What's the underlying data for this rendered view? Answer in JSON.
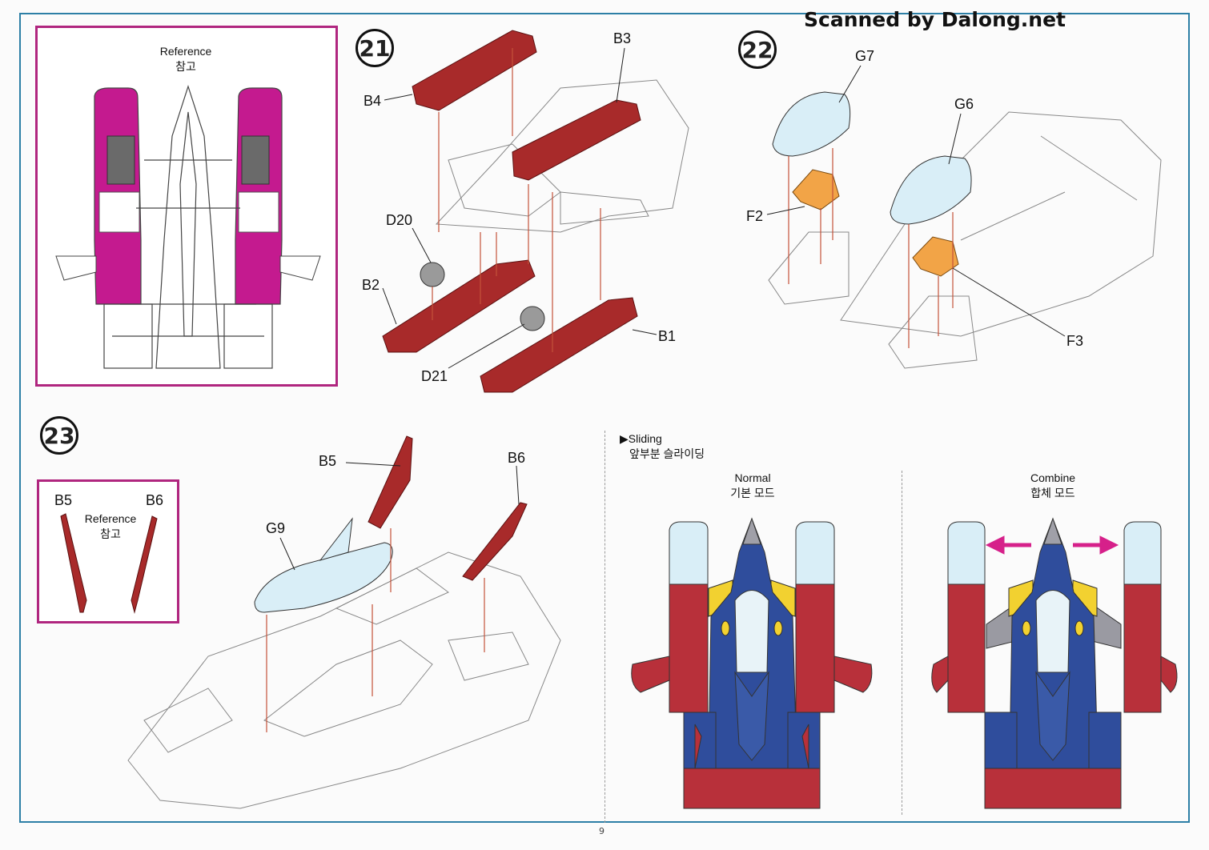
{
  "watermark": "Scanned by Dalong.net",
  "page_number": "9",
  "reference_box_1": {
    "title": "Reference",
    "title_kr": "참고"
  },
  "step21": {
    "number": "21",
    "parts": {
      "b3": "B3",
      "b4": "B4",
      "d20": "D20",
      "b2": "B2",
      "d21": "D21",
      "b1": "B1"
    }
  },
  "step22": {
    "number": "22",
    "parts": {
      "g7": "G7",
      "g6": "G6",
      "f2": "F2",
      "f3": "F3"
    }
  },
  "step23": {
    "number": "23",
    "reference": {
      "title": "Reference",
      "title_kr": "참고",
      "b5": "B5",
      "b6": "B6"
    },
    "parts": {
      "b5": "B5",
      "b6": "B6",
      "g9": "G9"
    }
  },
  "sliding": {
    "title": "Sliding",
    "title_kr": "앞부분 슬라이딩",
    "normal": {
      "label": "Normal",
      "label_kr": "기본 모드"
    },
    "combine": {
      "label": "Combine",
      "label_kr": "합체 모드"
    }
  },
  "colors": {
    "frame": "#2d7fa6",
    "ref_border": "#b0267f",
    "red_part": "#a82a2a",
    "magenta": "#c41a8f",
    "blue": "#2f4d9c",
    "yellow": "#f2d130",
    "light_blue": "#d9eef7",
    "orange": "#f2a447",
    "arrow": "#c4523a",
    "combine_arrow": "#d6208a"
  }
}
